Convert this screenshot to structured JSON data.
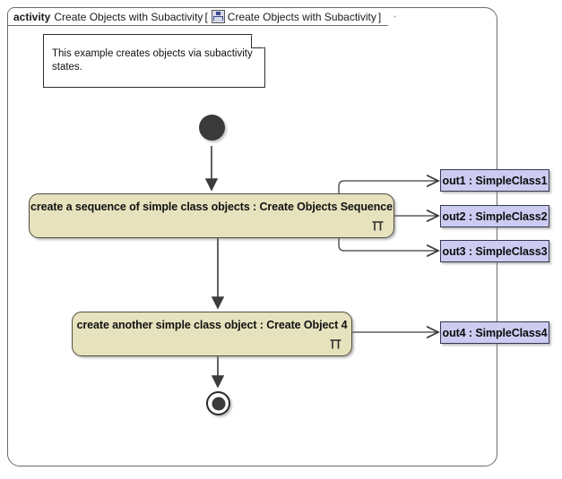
{
  "frame": {
    "keyword": "activity",
    "title": "Create Objects with Subactivity",
    "bracket_open": "[",
    "diagram_icon": "activity-diagram-icon",
    "diagram_name": "Create Objects with Subactivity",
    "bracket_close": "]"
  },
  "note": {
    "text": "This example creates objects via subactivity states."
  },
  "nodes": {
    "initial": {
      "name": "initial-node"
    },
    "final": {
      "name": "activity-final-node"
    },
    "actions": [
      {
        "id": "create-objects-sequence",
        "label": "create a sequence of simple class objects : Create Objects Sequence",
        "has_rake": true,
        "rake_icon": "subactivity-rake-icon"
      },
      {
        "id": "create-object-4",
        "label": "create another simple class object : Create Object 4",
        "has_rake": true,
        "rake_icon": "subactivity-rake-icon"
      }
    ],
    "objects": [
      {
        "id": "out1",
        "label": "out1 : SimpleClass1"
      },
      {
        "id": "out2",
        "label": "out2 : SimpleClass2"
      },
      {
        "id": "out3",
        "label": "out3 : SimpleClass3"
      },
      {
        "id": "out4",
        "label": "out4 : SimpleClass4"
      }
    ]
  },
  "edges": [
    {
      "from": "initial",
      "to": "create-objects-sequence",
      "type": "control-flow"
    },
    {
      "from": "create-objects-sequence",
      "to": "create-object-4",
      "type": "control-flow"
    },
    {
      "from": "create-object-4",
      "to": "final",
      "type": "control-flow"
    },
    {
      "from": "create-objects-sequence",
      "to": "out1",
      "type": "object-flow"
    },
    {
      "from": "create-objects-sequence",
      "to": "out2",
      "type": "object-flow"
    },
    {
      "from": "create-objects-sequence",
      "to": "out3",
      "type": "object-flow"
    },
    {
      "from": "create-object-4",
      "to": "out4",
      "type": "object-flow"
    }
  ],
  "colors": {
    "action_fill": "#e6e2bd",
    "action_border": "#4d4d3f",
    "object_fill": "#ccccf2",
    "object_border": "#37374f",
    "frame_border": "#6b6b6b",
    "node_fill": "#3a3a3a",
    "line": "#3c3c3c",
    "background": "#ffffff"
  }
}
